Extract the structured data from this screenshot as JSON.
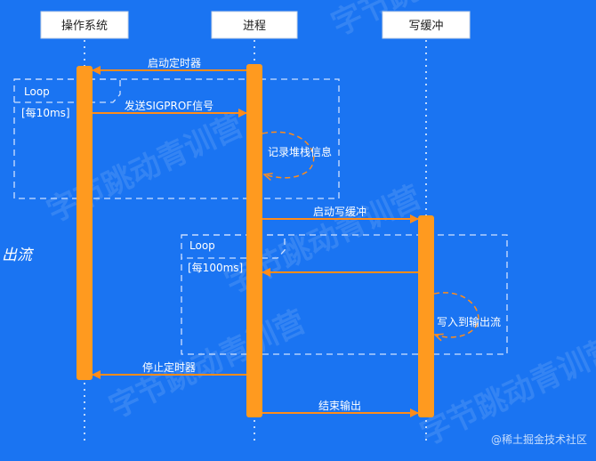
{
  "participants": [
    "操作系统",
    "进程",
    "写缓冲"
  ],
  "messages": {
    "start_timer": "启动定时器",
    "send_signal": "发送SIGPROF信号",
    "record_stack": "记录堆栈信息",
    "start_buffer": "启动写缓冲",
    "write_to_stream": "写入到输出流",
    "stop_timer": "停止定时器",
    "end_output": "结束输出"
  },
  "loops": [
    {
      "label": "Loop",
      "condition": "[每10ms]"
    },
    {
      "label": "Loop",
      "condition": "[每100ms]"
    }
  ],
  "side_text": "出流",
  "watermark": {
    "bg_text": "字节跳动青训营",
    "footer": "@稀土掘金技术社区"
  },
  "colors": {
    "background": "#1A74F2",
    "activation": "#FF9A1F",
    "arrow": "#FF8C1A",
    "frame": "#CFE0FF"
  }
}
